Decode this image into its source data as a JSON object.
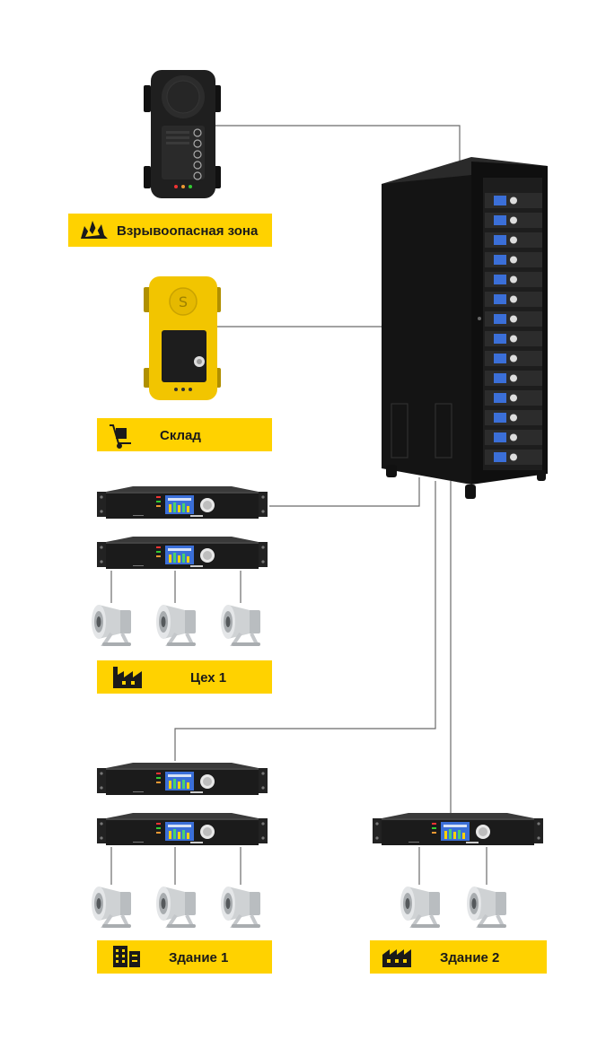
{
  "labels": {
    "explosive_zone": "Взрывоопасная зона",
    "warehouse": "Склад",
    "workshop": "Цех 1",
    "building1": "Здание 1",
    "building2": "Здание 2"
  },
  "colors": {
    "label_bg": "#ffd200",
    "wire": "#6b6b6b",
    "device_dark": "#1b1b1b",
    "device_yellow": "#f2c500",
    "speaker": "#cfd2d4",
    "screen": "#3b6fd8"
  },
  "icons": {
    "explosive_zone": "explosion-icon",
    "warehouse": "hand-truck-icon",
    "workshop": "factory-icon",
    "building1": "office-building-icon",
    "building2": "warehouse-building-icon"
  }
}
